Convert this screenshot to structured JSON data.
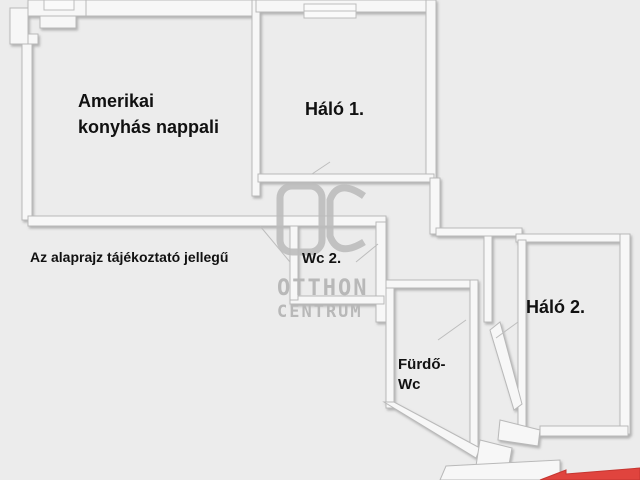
{
  "rooms": {
    "living": [
      "Amerikai",
      "konyhás nappali"
    ],
    "bedroom1": "Háló 1.",
    "wc2": "Wc 2.",
    "bedroom2": "Háló 2.",
    "bathroom": [
      "Fürdő-",
      "Wc"
    ]
  },
  "note": "Az alaprajz tájékoztató jellegű",
  "watermark": {
    "monogram": "OC",
    "line1": "OTTHON",
    "line2": "CENTRUM"
  },
  "colors": {
    "background": "#ececec",
    "wall_top": "#f6f6f6",
    "wall_side": "#c6c6c6",
    "floor": "#ececec",
    "entrance_arrow": "#e0443e"
  }
}
